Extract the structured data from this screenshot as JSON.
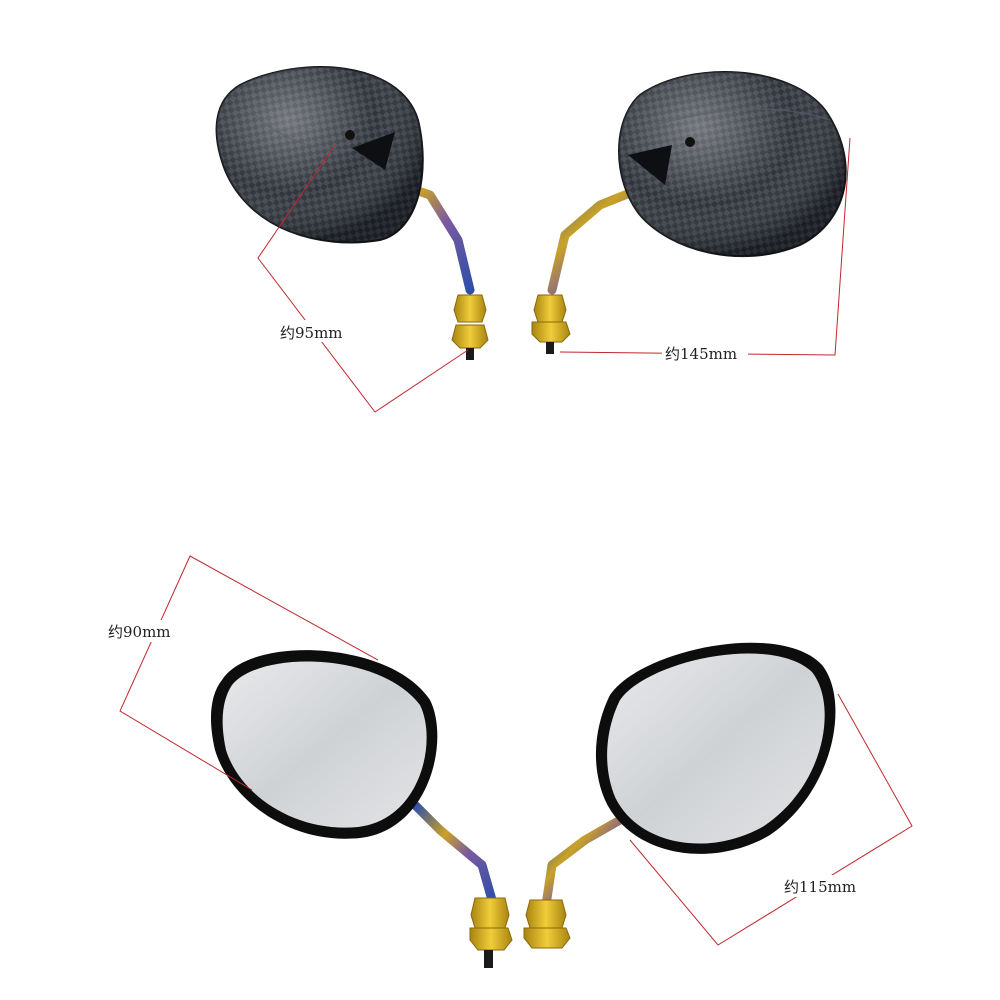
{
  "dimensions": {
    "back_height": "约95mm",
    "back_width": "约145mm",
    "front_height": "约90mm",
    "front_width": "约115mm"
  },
  "colors": {
    "dimension_line": "#c0282d",
    "carbon_dark": "#22252b",
    "carbon_mid": "#3a3f48",
    "mirror_glass": "#d6d8da",
    "mirror_frame": "#0d0d0d",
    "stem_blue": "#2f4fa8",
    "stem_gold": "#c9a227",
    "nut_gold": "#d8b21e"
  }
}
